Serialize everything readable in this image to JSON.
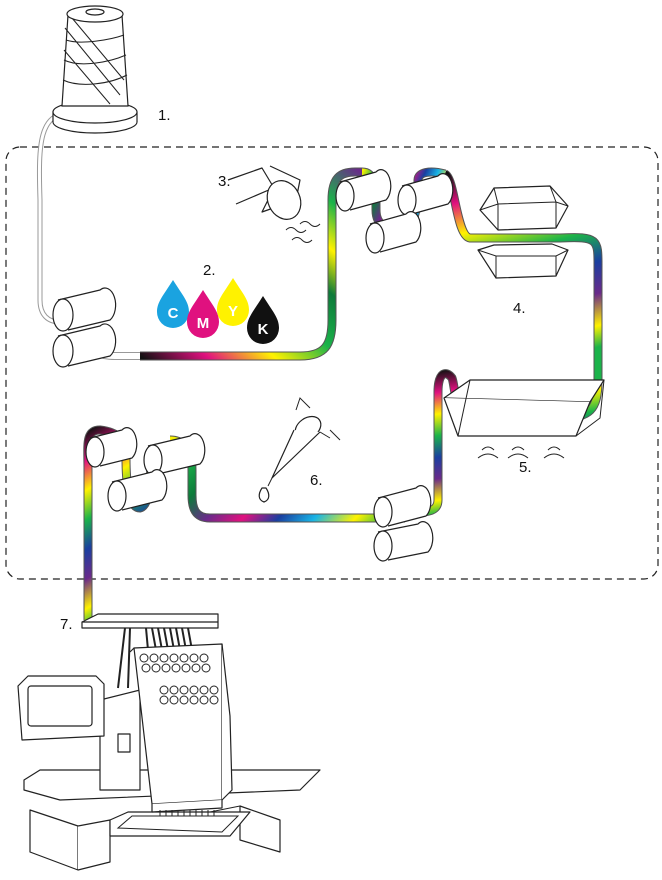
{
  "colors": {
    "cyan": "#1aa3e0",
    "magenta": "#e0117f",
    "yellow": "#fff200",
    "black": "#111111",
    "thread_gradient": [
      "#fff200",
      "#1bb34a",
      "#0d7a3a",
      "#6a2a8a",
      "#e0117f",
      "#1a3fa0",
      "#19b4e6",
      "#111111"
    ]
  },
  "steps": [
    {
      "id": "1",
      "label": "1.",
      "icon": "thread-spool-icon"
    },
    {
      "id": "2",
      "label": "2.",
      "icon": "ink-drops-icon"
    },
    {
      "id": "3",
      "label": "3.",
      "icon": "dryer-nozzle-icon"
    },
    {
      "id": "4",
      "label": "4.",
      "icon": "press-block-icon"
    },
    {
      "id": "5",
      "label": "5.",
      "icon": "heated-bath-icon"
    },
    {
      "id": "6",
      "label": "6.",
      "icon": "lubricant-dropper-icon"
    },
    {
      "id": "7",
      "label": "7.",
      "icon": "embroidery-machine-icon"
    }
  ],
  "inks": [
    {
      "letter": "C",
      "color": "#1aa3e0"
    },
    {
      "letter": "M",
      "color": "#e0117f"
    },
    {
      "letter": "Y",
      "color": "#fff200"
    },
    {
      "letter": "K",
      "color": "#111111"
    }
  ]
}
